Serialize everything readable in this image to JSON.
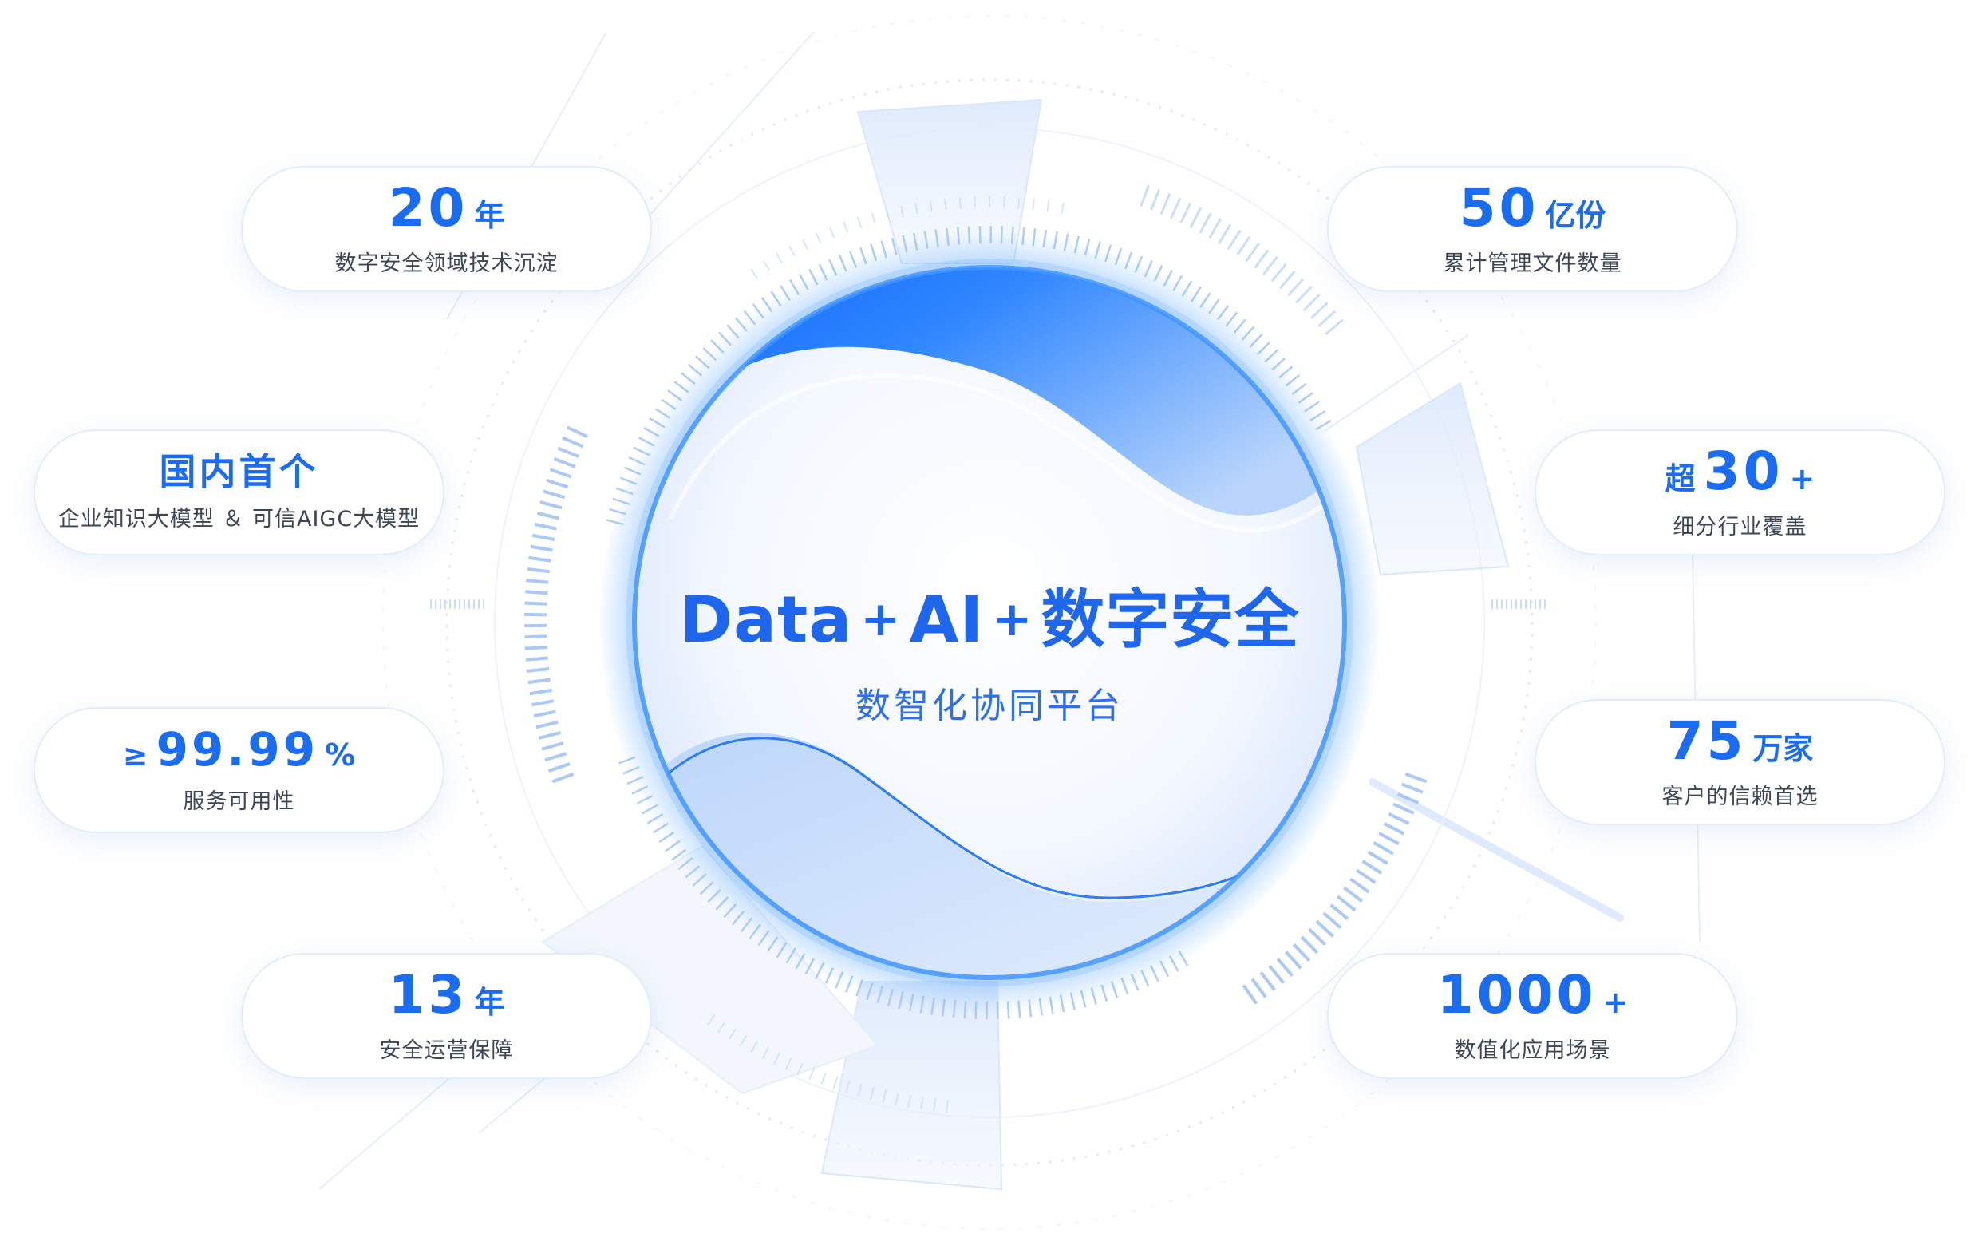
{
  "center": {
    "title_part1": "Data",
    "plus1": "+",
    "title_part2": "AI",
    "plus2": "+",
    "title_part3": "数字安全",
    "subtitle": "数智化协同平台"
  },
  "stats": {
    "years20": {
      "number": "20",
      "unit": "年",
      "desc": "数字安全领域技术沉淀"
    },
    "first": {
      "title": "国内首个",
      "desc": "企业知识大模型 ＆ 可信AIGC大模型"
    },
    "availability": {
      "prefix": "≥",
      "number": "99.99",
      "unit": "%",
      "desc": "服务可用性"
    },
    "years13": {
      "number": "13",
      "unit": "年",
      "desc": "安全运营保障"
    },
    "files": {
      "number": "50",
      "unit": "亿份",
      "desc": "累计管理文件数量"
    },
    "industries": {
      "prefix": "超",
      "number": "30",
      "unit": "+",
      "desc": "细分行业覆盖"
    },
    "customers": {
      "number": "75",
      "unit": "万家",
      "desc": "客户的信赖首选"
    },
    "scenarios": {
      "number": "1000",
      "unit": "+",
      "desc": "数值化应用场景"
    }
  },
  "colors": {
    "accent": "#1a6cf2",
    "text_secondary": "#3d4657",
    "ring_light": "#cfe0fb",
    "glow": "#4ea3ff"
  }
}
